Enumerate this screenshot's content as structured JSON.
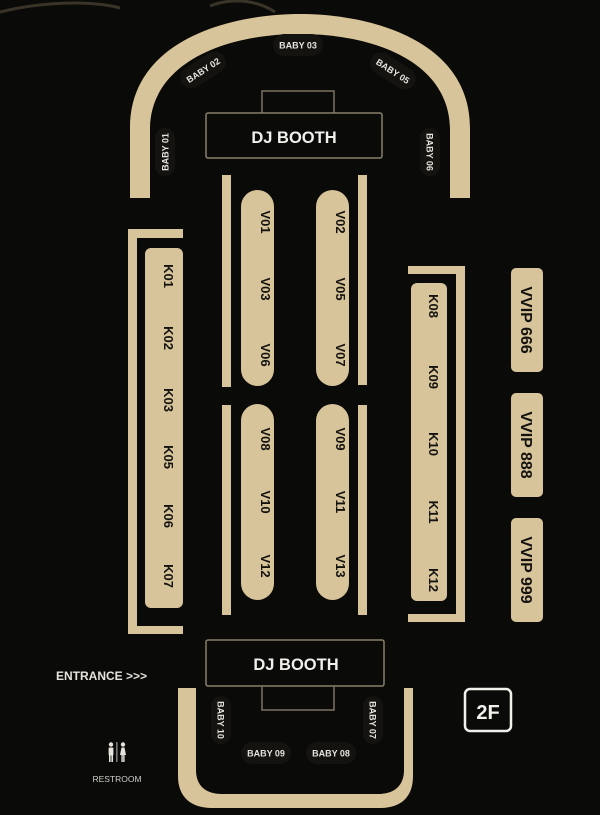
{
  "palette": {
    "gold": "#d8c49b",
    "background": "#0a0a08",
    "text_dark": "#141310",
    "text_light": "#f2f0ea"
  },
  "floor_label": "2F",
  "dj_booths": {
    "top": "DJ BOOTH",
    "bottom": "DJ BOOTH"
  },
  "entrance": {
    "label": "ENTRANCE >>>"
  },
  "restroom": {
    "label": "RESTROOM",
    "icon": "restroom-icon"
  },
  "baby_tables": {
    "top": [
      "BABY 01",
      "BABY 02",
      "BABY 03",
      "BABY 05",
      "BABY 06"
    ],
    "bottom": [
      "BABY 10",
      "BABY 09",
      "BABY 08",
      "BABY 07"
    ]
  },
  "k_left": [
    "K01",
    "K02",
    "K03",
    "K05",
    "K06",
    "K07"
  ],
  "k_right": [
    "K08",
    "K09",
    "K10",
    "K11",
    "K12"
  ],
  "v_left": [
    "V01",
    "V03",
    "V06",
    "V08",
    "V10",
    "V12"
  ],
  "v_right": [
    "V02",
    "V05",
    "V07",
    "V09",
    "V11",
    "V13"
  ],
  "vvip": [
    "VVIP 666",
    "VVIP 888",
    "VVIP 999"
  ]
}
